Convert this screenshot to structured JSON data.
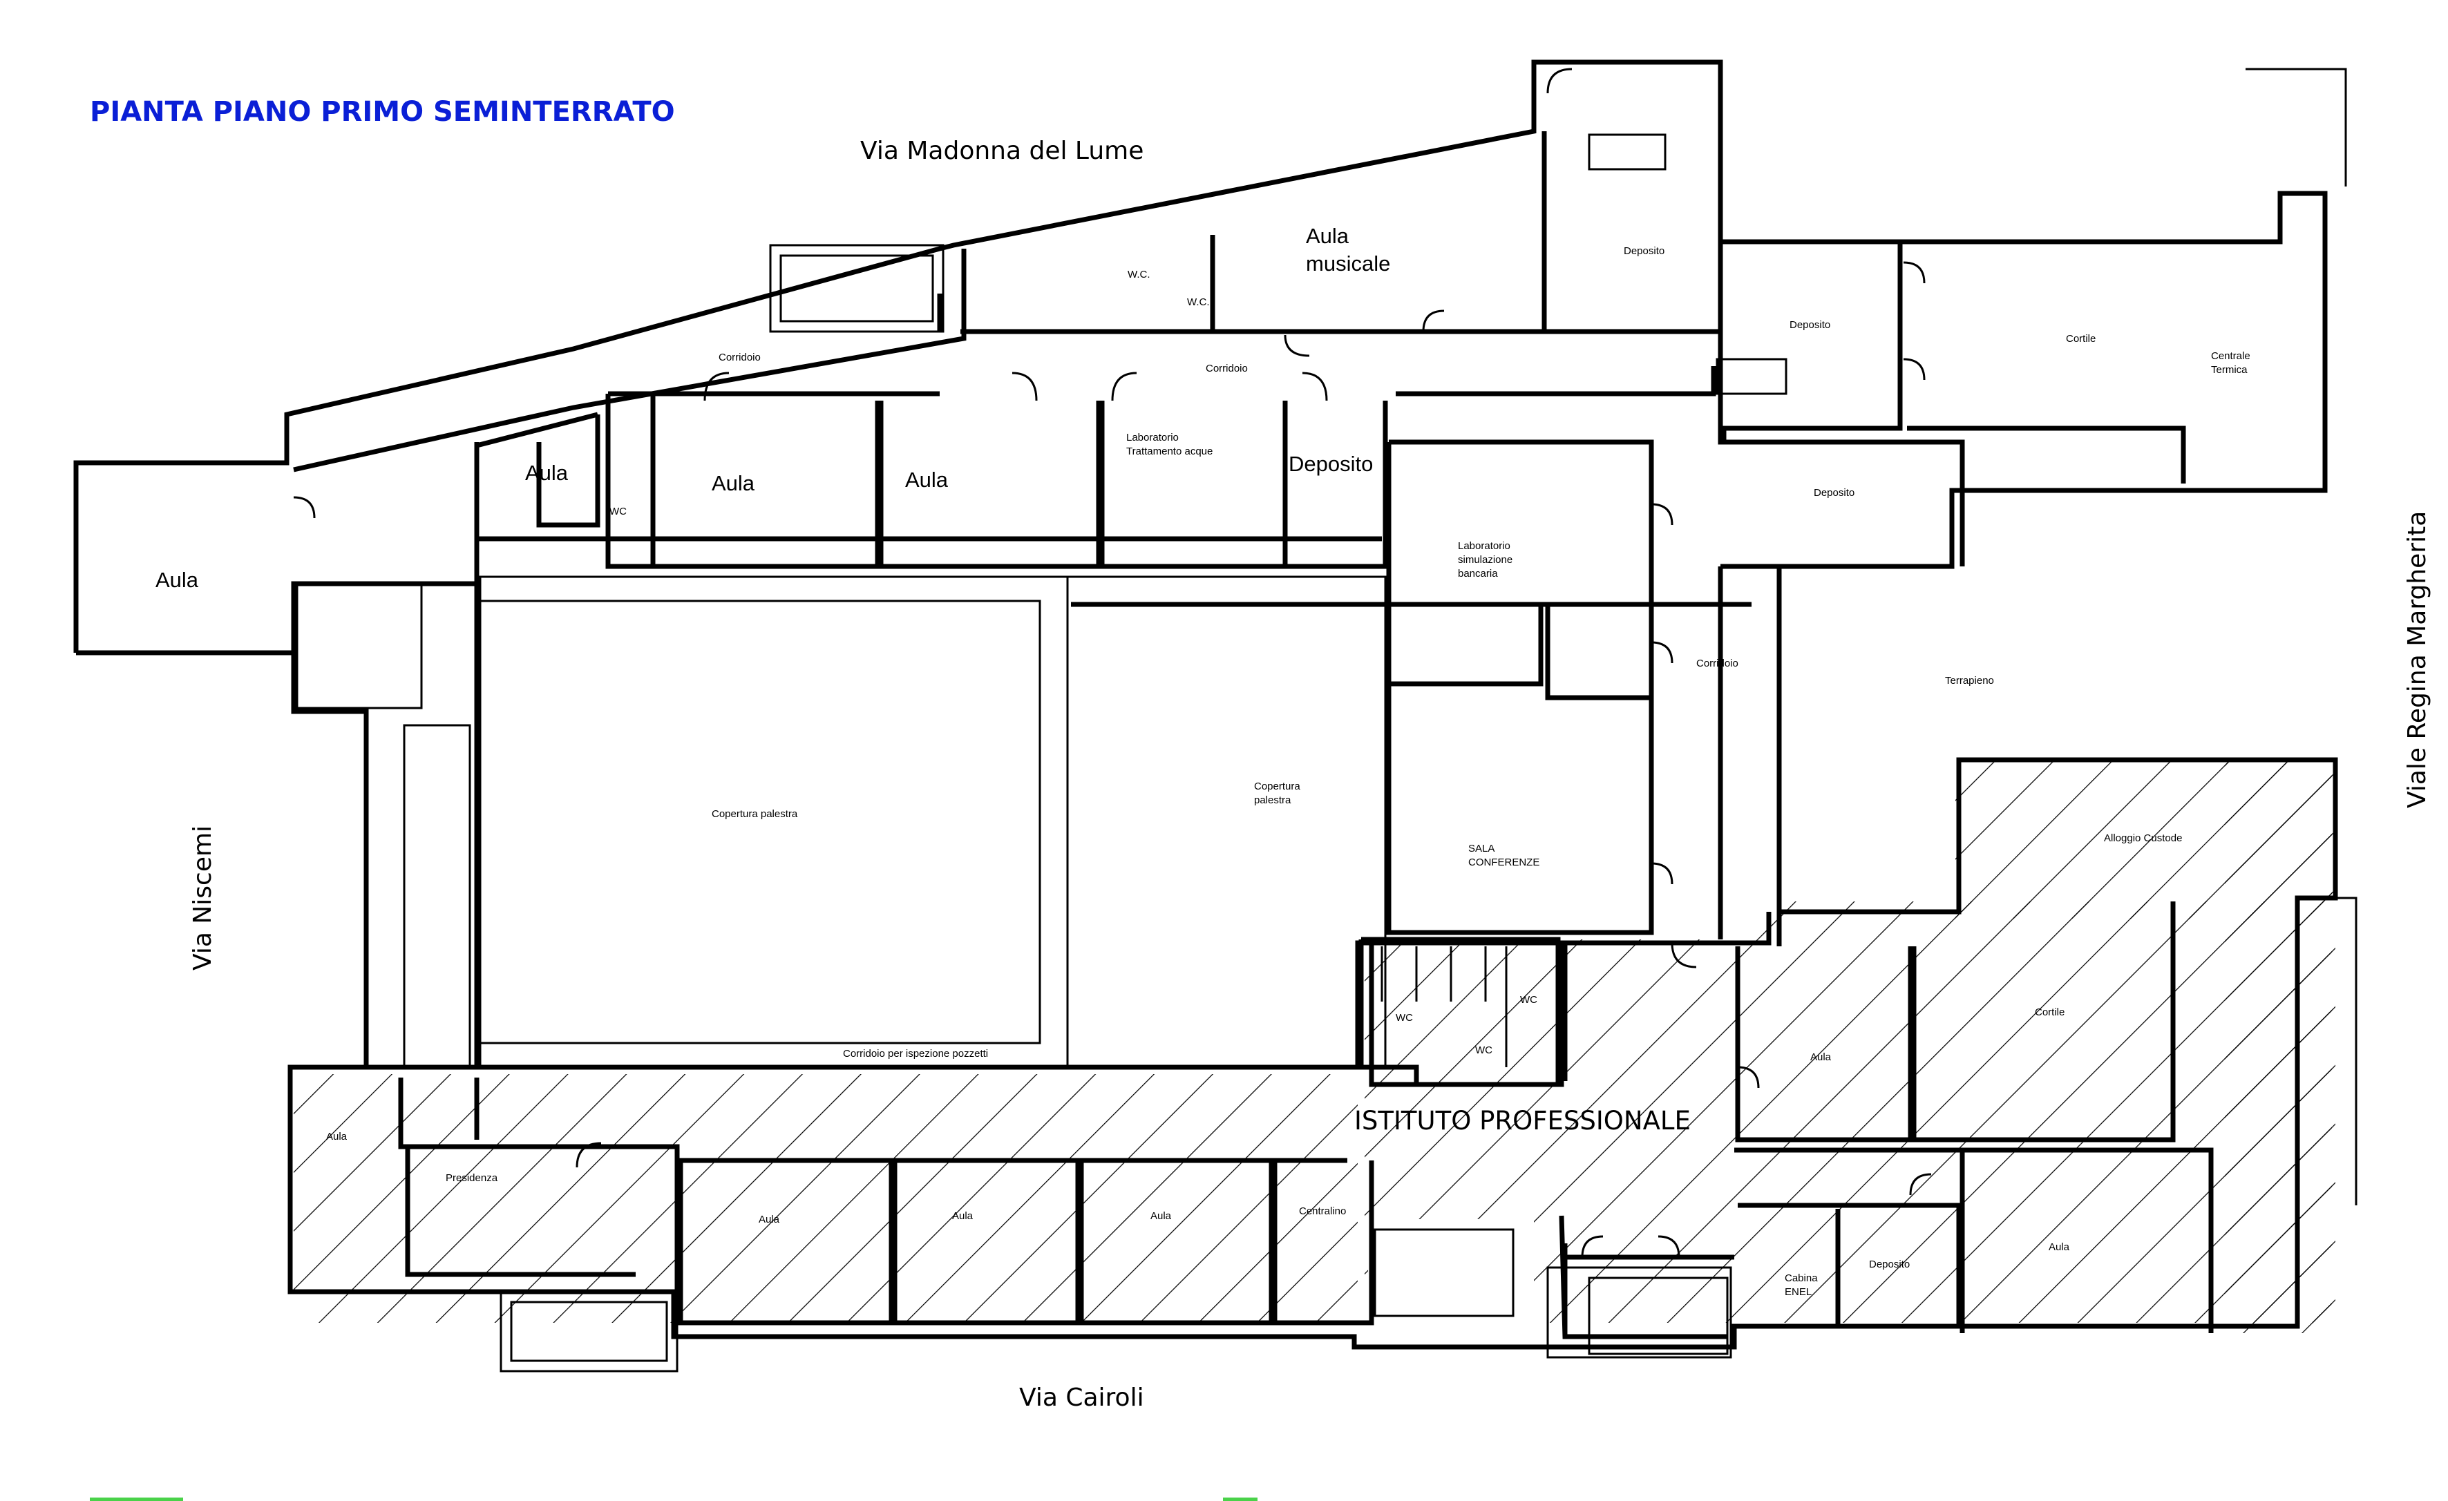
{
  "title": "PIANTA PIANO PRIMO SEMINTERRATO",
  "streets": {
    "north": "Via Madonna del Lume",
    "south": "Via Cairoli",
    "west": "Via Niscemi",
    "east": "Viale Regina Margherita"
  },
  "building_label": "ISTITUTO PROFESSIONALE",
  "rooms": {
    "aula_west": "Aula",
    "aula_small": "Aula",
    "wc_1": "WC",
    "aula_2": "Aula",
    "aula_3": "Aula",
    "lab_acque_1": "Laboratorio",
    "lab_acque_2": "Trattamento acque",
    "deposito_big": "Deposito",
    "corridoio_n": "Corridoio",
    "corridoio_mid": "Corridoio",
    "wc_n1": "W.C.",
    "wc_n2": "W.C.",
    "aula_musicale_1": "Aula",
    "aula_musicale_2": "musicale",
    "deposito_ne1": "Deposito",
    "deposito_ne2": "Deposito",
    "deposito_ne3": "Deposito",
    "cortile_ne": "Cortile",
    "centrale_1": "Centrale",
    "centrale_2": "Termica",
    "lab_banc_1": "Laboratorio",
    "lab_banc_2": "simulazione",
    "lab_banc_3": "bancaria",
    "corridoio_e": "Corridoio",
    "terrapieno": "Terrapieno",
    "copertura_1": "Copertura palestra",
    "copertura_2a": "Copertura",
    "copertura_2b": "palestra",
    "sala_1": "SALA",
    "sala_2": "CONFERENZE",
    "corridoio_pozzetti": "Corridoio per ispezione pozzetti",
    "alloggio": "Alloggio Custode",
    "wc_c1": "WC",
    "wc_c2": "WC",
    "wc_c3": "WC",
    "aula_se": "Aula",
    "cortile_se": "Cortile",
    "aula_s1": "Aula",
    "presidenza": "Presidenza",
    "aula_s2": "Aula",
    "aula_s3": "Aula",
    "aula_s4": "Aula",
    "centralino": "Centralino",
    "cabina_1": "Cabina",
    "cabina_2": "ENEL",
    "deposito_s": "Deposito",
    "aula_s5": "Aula"
  },
  "colors": {
    "title": "#0a1fd6",
    "walls": "#000000",
    "hatch": "#000000",
    "marks": "#4ad24a"
  }
}
